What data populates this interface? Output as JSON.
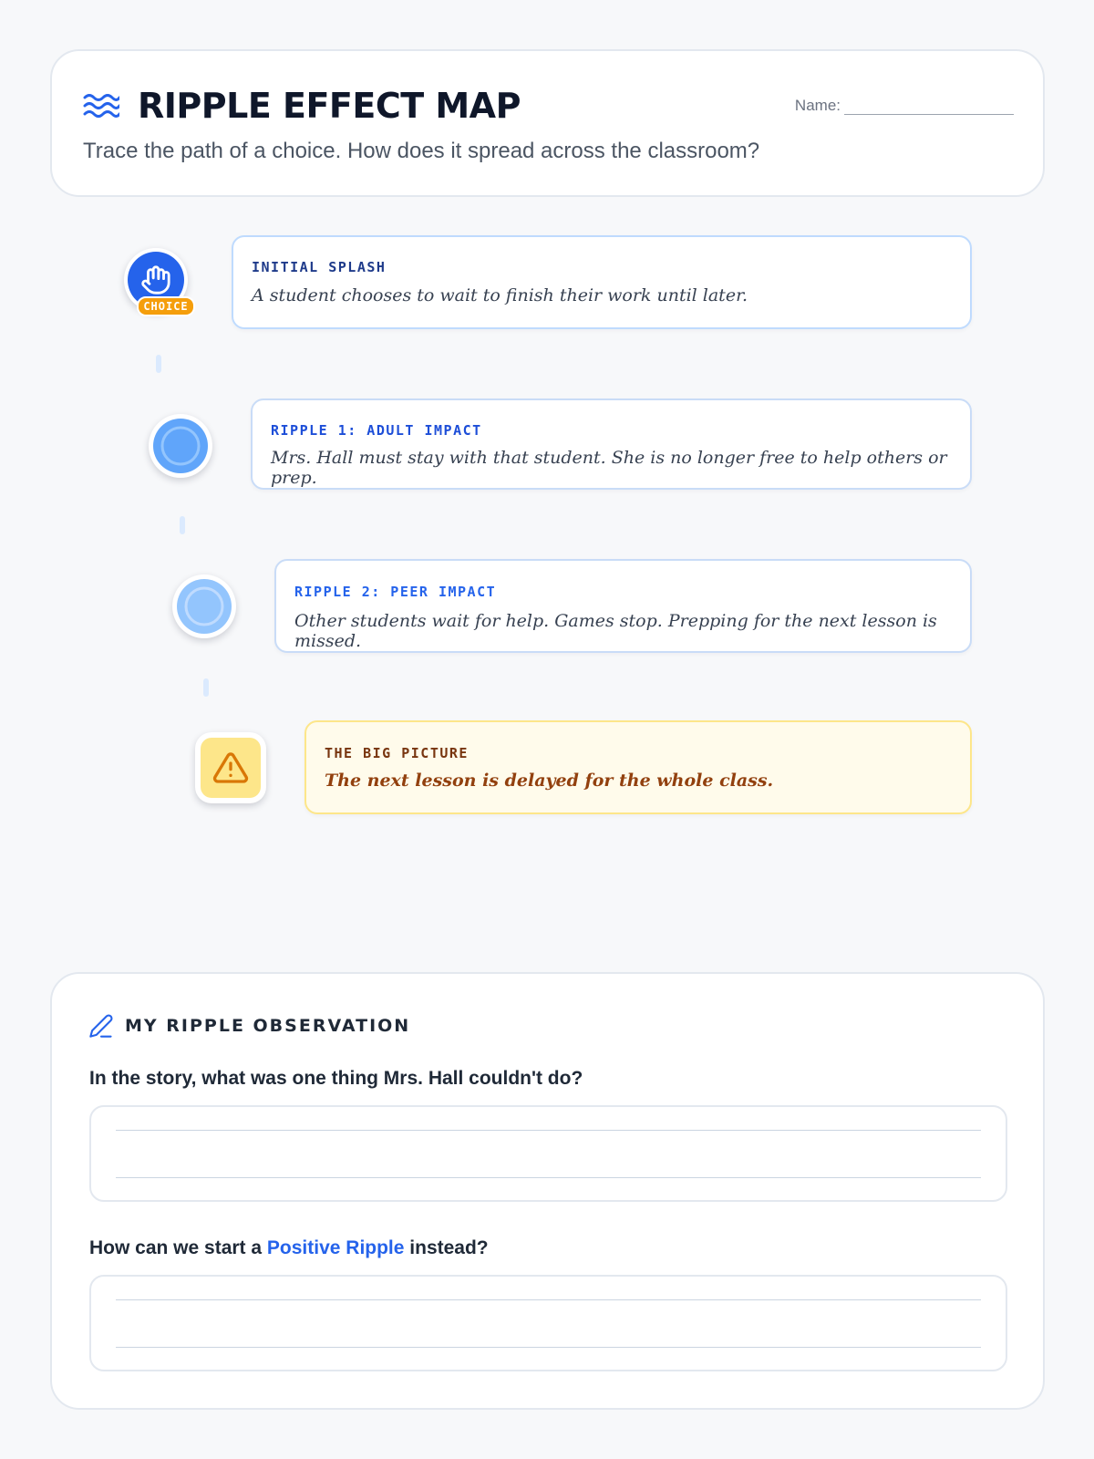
{
  "header": {
    "title": "RIPPLE EFFECT MAP",
    "subtitle": "Trace the path of a choice. How does it spread across the classroom?",
    "name_label": "Name:",
    "icon": "waves-icon"
  },
  "flow": {
    "choice_badge": "CHOICE",
    "steps": [
      {
        "label": "INITIAL SPLASH",
        "text": "A student chooses to wait to finish their work until later.",
        "icon": "hand-icon"
      },
      {
        "label": "RIPPLE 1: ADULT IMPACT",
        "text": "Mrs. Hall must stay with that student. She is no longer free to help others or prep.",
        "icon": "ripple-circle-icon"
      },
      {
        "label": "RIPPLE 2: PEER IMPACT",
        "text": "Other students wait for help. Games stop. Prepping for the next lesson is missed.",
        "icon": "ripple-circle-icon"
      },
      {
        "label": "THE BIG PICTURE",
        "text": "The next lesson is delayed for the whole class.",
        "icon": "warning-icon"
      }
    ]
  },
  "observation": {
    "title": "MY RIPPLE OBSERVATION",
    "icon": "pencil-icon",
    "question1": "In the story, what was one thing Mrs. Hall couldn't do?",
    "question2_before": "How can we start a ",
    "question2_highlight": "Positive Ripple",
    "question2_after": " instead?"
  },
  "colors": {
    "accent": "#2563eb",
    "warning": "#f59e0b",
    "warning_bg": "#fffbeb",
    "warning_text": "#92400e"
  }
}
